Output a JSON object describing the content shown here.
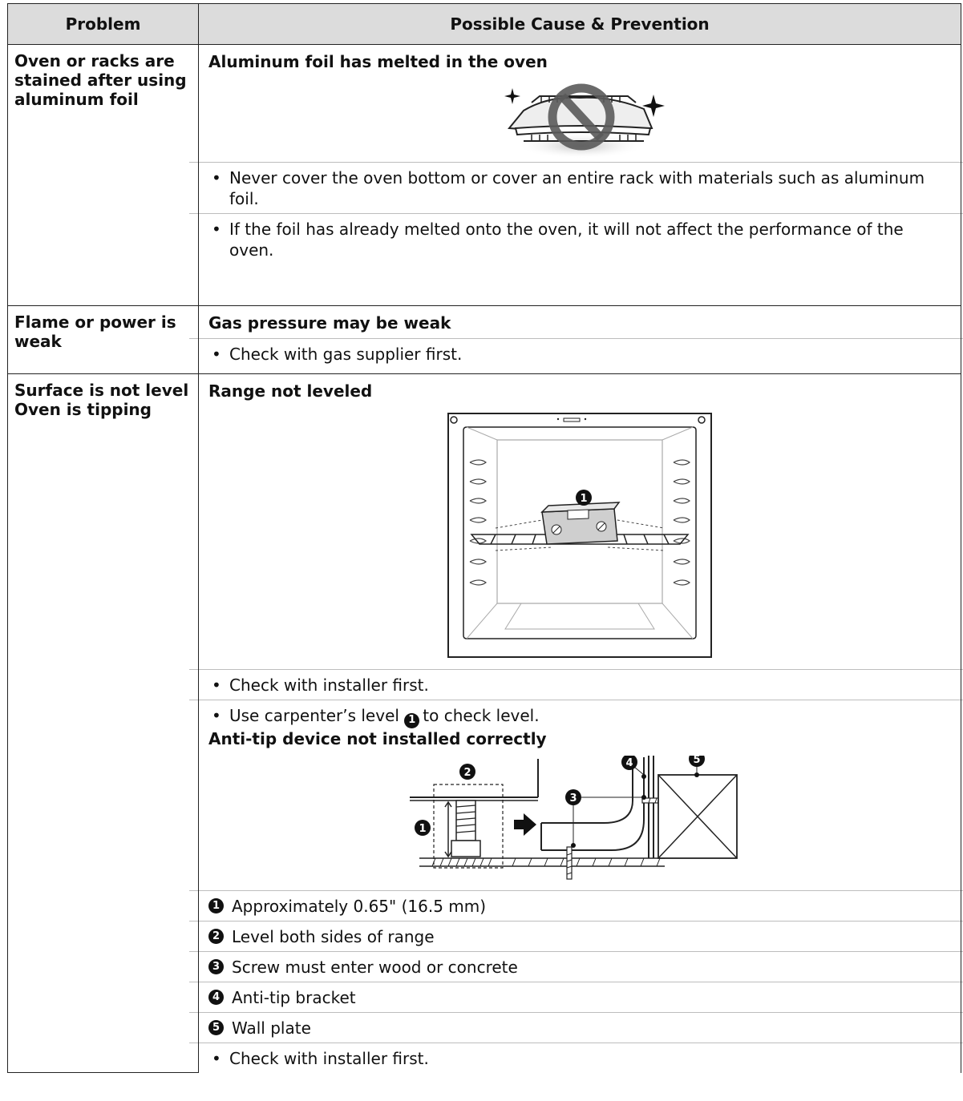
{
  "header": {
    "problem": "Problem",
    "cause": "Possible Cause & Prevention"
  },
  "rows": [
    {
      "problem": "Oven or racks are stained after using aluminum foil",
      "cause_title": "Aluminum foil has melted in the oven",
      "bullets": [
        "Never cover the oven bottom or cover an entire rack with materials such as aluminum foil.",
        "If the foil has already melted onto the oven, it will not affect the performance of the oven."
      ]
    },
    {
      "problem": "Flame or power is weak",
      "cause_title": "Gas pressure may be weak",
      "bullets": [
        "Check with gas supplier first."
      ]
    },
    {
      "problem": "Surface is not level Oven is tipping",
      "cause_title": "Range not leveled",
      "bullets": [
        "Check with installer first."
      ],
      "level_bullet": {
        "before": "Use carpenter’s level",
        "marker": "1",
        "after": "to check level."
      },
      "cause_title_2": "Anti-tip device not installed correctly",
      "numbered": [
        {
          "num": "1",
          "text": "Approximately 0.65\" (16.5 mm)"
        },
        {
          "num": "2",
          "text": "Level both sides of range"
        },
        {
          "num": "3",
          "text": "Screw must enter wood or concrete"
        },
        {
          "num": "4",
          "text": "Anti-tip bracket"
        },
        {
          "num": "5",
          "text": "Wall plate"
        }
      ],
      "last_bullet": "Check with installer first."
    }
  ],
  "figure_markers": [
    "1",
    "2",
    "3",
    "4",
    "5"
  ],
  "bullet_char": "•"
}
